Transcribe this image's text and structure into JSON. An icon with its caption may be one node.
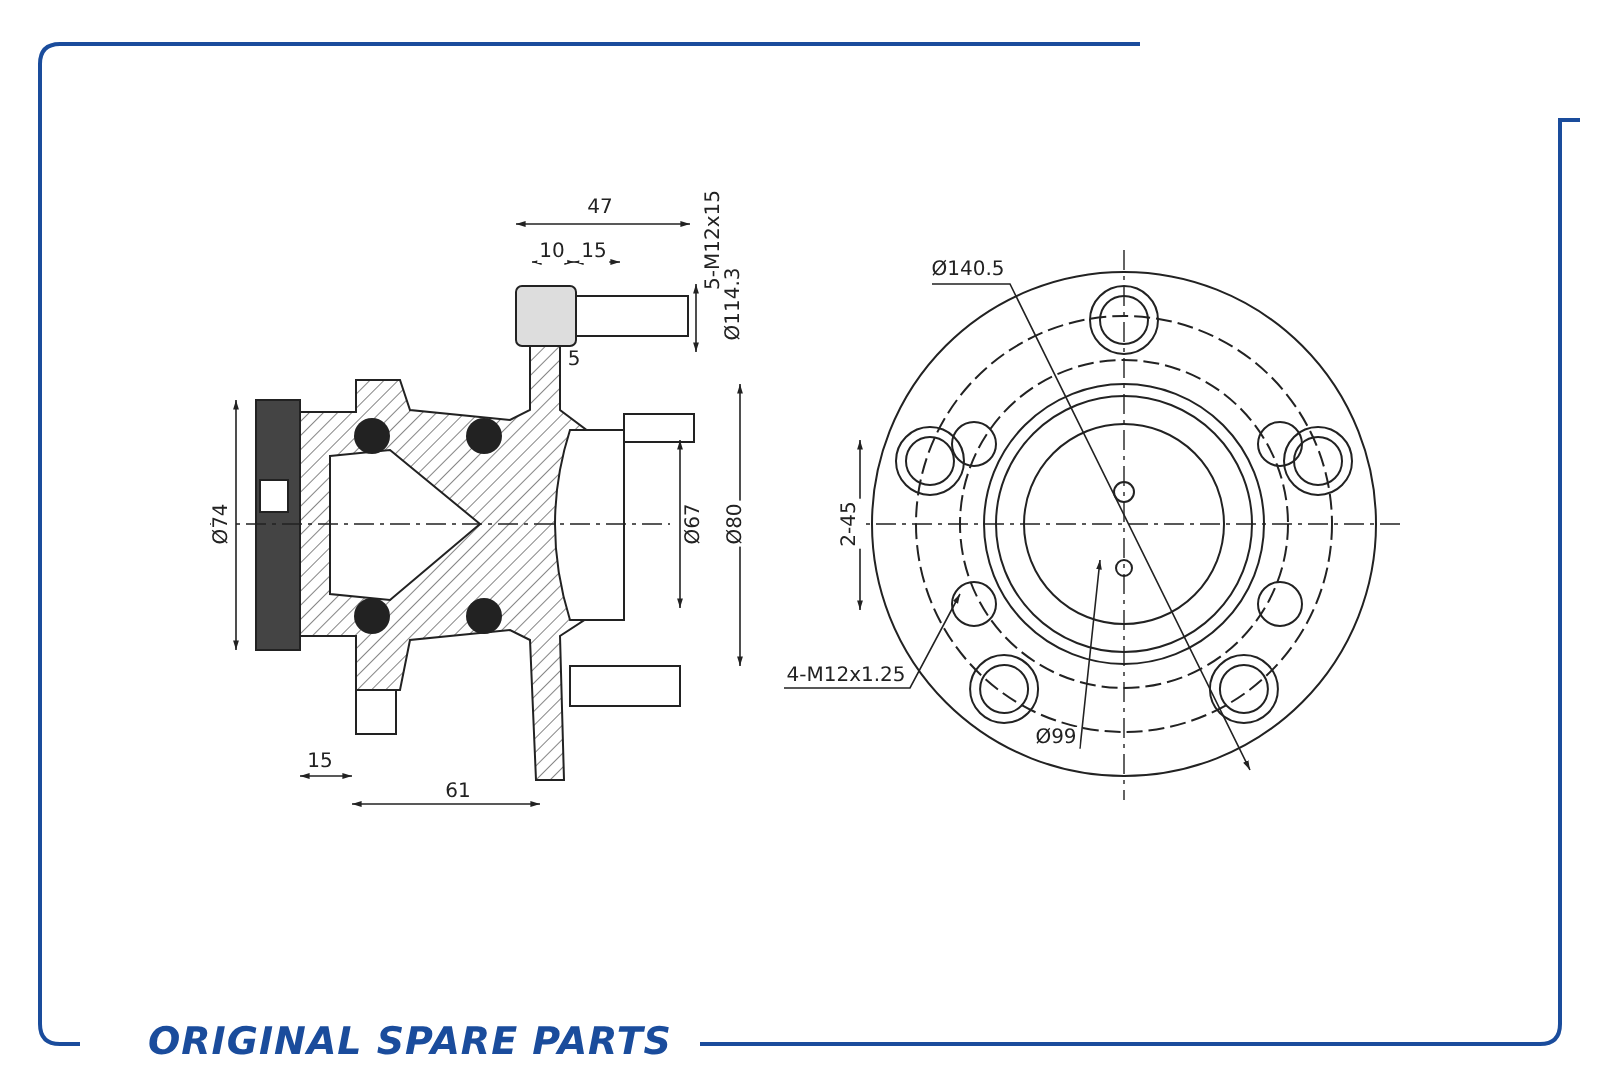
{
  "diagram": {
    "labels": [
      "47",
      "10",
      "15",
      "5-M12x15",
      "Ø114.3",
      "5",
      "Ø140.5",
      "Ø74",
      "Ø67",
      "Ø80",
      "2-45",
      "4-M12x1.25",
      "Ø99",
      "15",
      "61",
      "ORIGINAL SPARE PARTS"
    ]
  }
}
